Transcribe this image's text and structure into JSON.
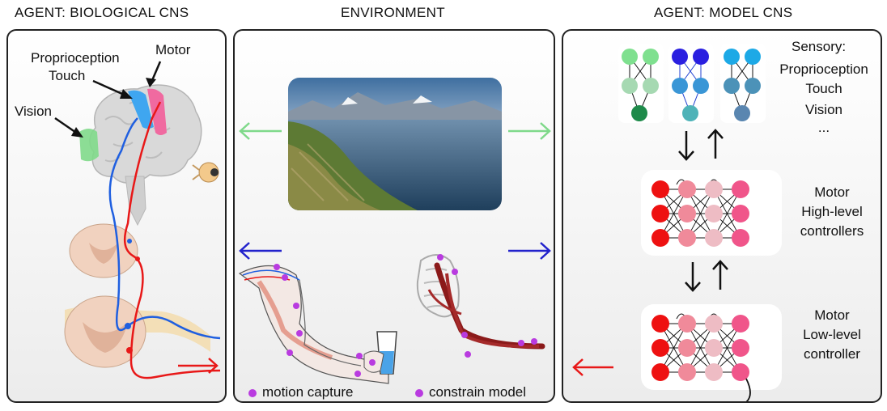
{
  "headers": {
    "left": "AGENT: BIOLOGICAL CNS",
    "middle": "ENVIRONMENT",
    "right": "AGENT: MODEL CNS"
  },
  "bio_panel": {
    "proprioception": "Proprioception",
    "touch": "Touch",
    "motor": "Motor",
    "vision": "Vision"
  },
  "env_panel": {
    "legend_mocap": "motion capture",
    "legend_constrain": "constrain model"
  },
  "model_panel": {
    "sensory_title": "Sensory:",
    "sensory_items": [
      "Proprioception",
      "Touch",
      "Vision",
      "..."
    ],
    "high_level": [
      "Motor",
      "High-level",
      "controllers"
    ],
    "low_level": [
      "Motor",
      "Low-level",
      "controller"
    ]
  },
  "colors": {
    "vision_arrow": "#7fd98a",
    "motor_arrow": "#2222cc",
    "output_arrow": "#e81818",
    "marker": "#b93be0",
    "red_node": "#ee1111",
    "pink_node": "#f08a9a",
    "light_pink_node": "#eebcc4",
    "hot_pink_node": "#f0558a"
  }
}
